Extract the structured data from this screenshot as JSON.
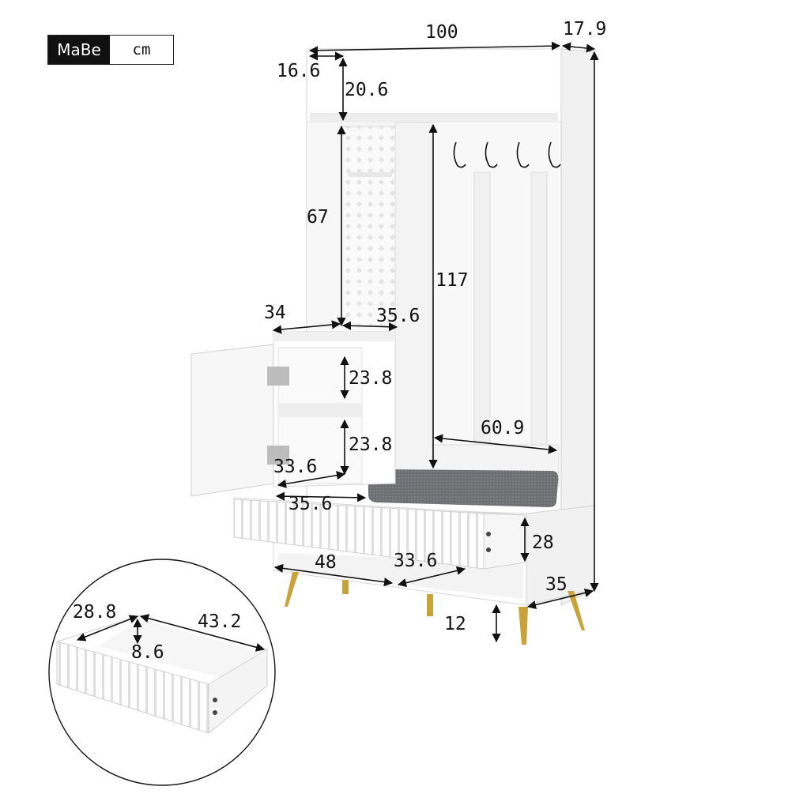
{
  "badge": {
    "brand": "MaBe",
    "unit": "cm"
  },
  "dimensions": {
    "total_width": "100",
    "depth_top": "17.9",
    "top_shelf_depth": "16.6",
    "top_shelf_height": "20.6",
    "pegboard_height": "67",
    "cabinet_top_width": "34",
    "pegboard_width": "35.6",
    "hanger_height": "117",
    "shelf_height_upper": "23.8",
    "shelf_height_lower": "23.8",
    "cabinet_inner_width": "33.6",
    "bench_width": "60.9",
    "drawer_width_left": "35.6",
    "drawer_height": "28",
    "base_left_width": "48",
    "base_right_width": "33.6",
    "base_depth": "35",
    "leg_height": "12"
  },
  "drawer_detail": {
    "depth": "28.8",
    "width": "43.2",
    "inner_height": "8.6"
  },
  "colors": {
    "panel": "#ffffff",
    "edge": "#c9c9c9",
    "cushion": "#6d6f72",
    "legs": "#c9a23a",
    "hooks": "#1a1a1a"
  }
}
